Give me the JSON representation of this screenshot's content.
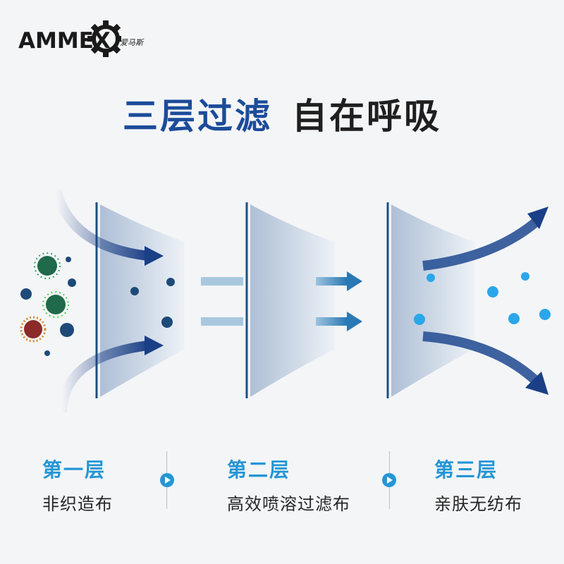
{
  "brand": {
    "name": "AMMEX",
    "name_cn": "爱马斯"
  },
  "headline": {
    "highlight": "三层过滤",
    "rest": "自在呼吸"
  },
  "layers": [
    {
      "title": "第一层",
      "subtitle": "非织造布"
    },
    {
      "title": "第二层",
      "subtitle": "高效喷溶过滤布"
    },
    {
      "title": "第三层",
      "subtitle": "亲肤无纺布"
    }
  ],
  "colors": {
    "headline_blue": "#1b4c9a",
    "layer_title_blue": "#2496d6",
    "arrow_navy": "#1b3f86",
    "particle_dark": "#1d4a78",
    "particle_light": "#2aa7ea",
    "virus_green": "#1f6a4a",
    "virus_red": "#8c2a2a"
  }
}
